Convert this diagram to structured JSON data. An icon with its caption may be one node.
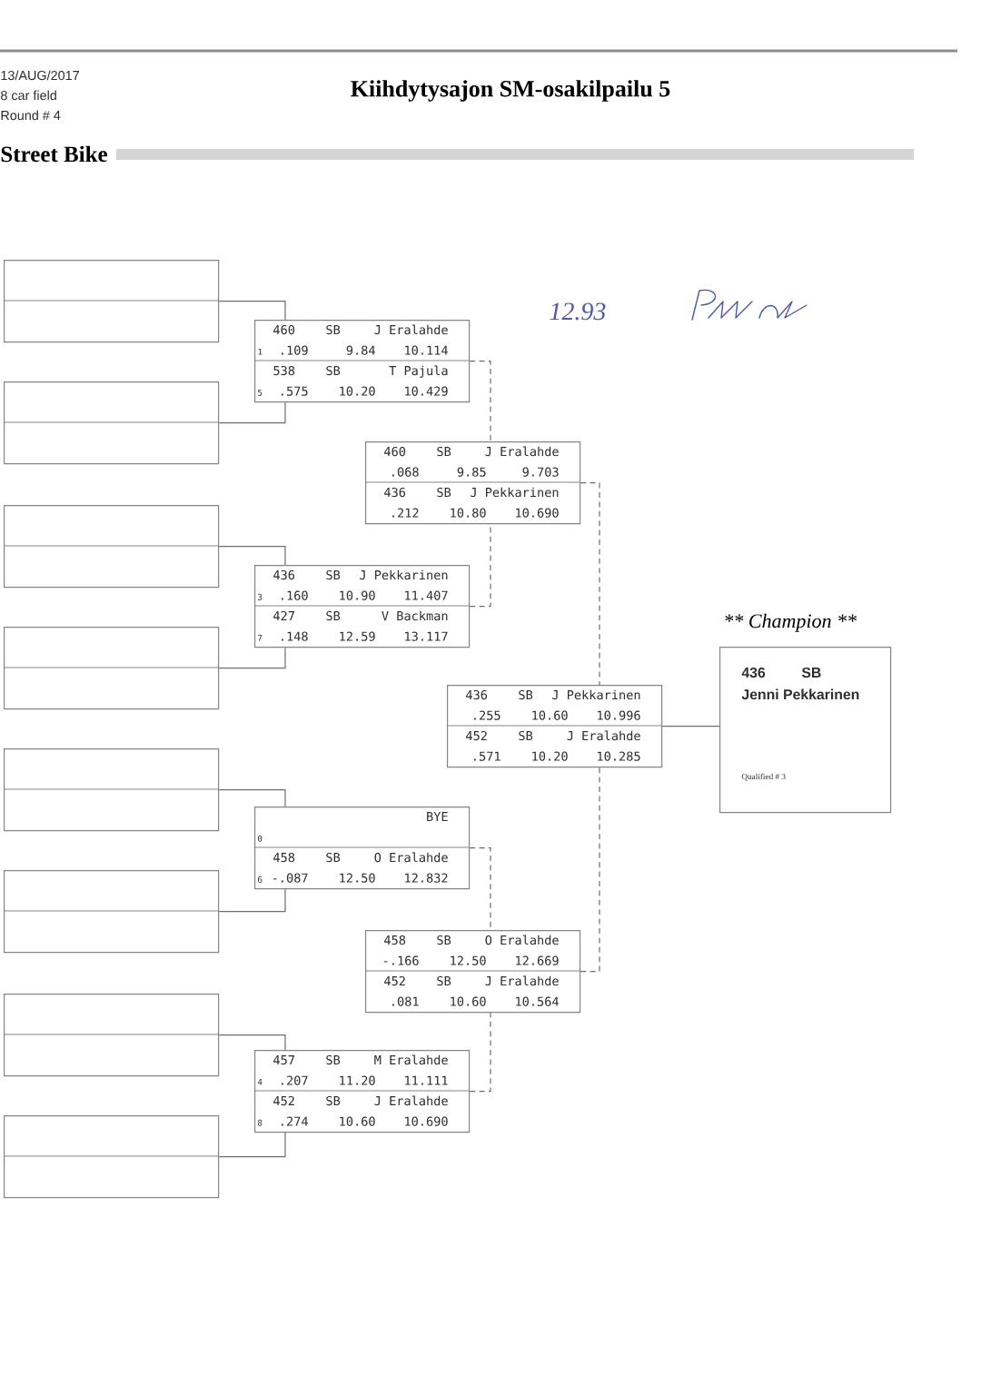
{
  "diagram": {
    "title": "Kiihdytysajon SM-osakilpailu 5",
    "nodes": [
      {
        "text": [],
        "shape": "box"
      },
      {
        "text": [],
        "shape": "box"
      },
      {
        "text": [],
        "shape": "box"
      },
      {
        "text": [],
        "shape": "box"
      },
      {
        "text": [],
        "shape": "box"
      },
      {
        "text": [],
        "shape": "box"
      },
      {
        "text": [],
        "shape": "box"
      },
      {
        "text": [],
        "shape": "box"
      },
      {
        "text": [
          "460",
          "SB",
          "J Eralahde",
          "1",
          ".109",
          "9.84",
          "10.114",
          "538",
          "SB",
          "T Pajula",
          "5",
          ".575",
          "10.20",
          "10.429"
        ]
      },
      {
        "text": [
          "436",
          "SB",
          "J Pekkarinen",
          "3",
          ".160",
          "10.90",
          "11.407",
          "427",
          "SB",
          "V Backman",
          "7",
          ".148",
          "12.59",
          "13.117"
        ]
      },
      {
        "text": [
          "BYE",
          "0",
          "458",
          "SB",
          "O Eralahde",
          "6",
          "-.087",
          "12.50",
          "12.832"
        ]
      },
      {
        "text": [
          "457",
          "SB",
          "M Eralahde",
          "4",
          ".207",
          "11.20",
          "11.111",
          "452",
          "SB",
          "J Eralahde",
          "8",
          ".274",
          "10.60",
          "10.690"
        ]
      },
      {
        "text": [
          "460",
          "SB",
          "J Eralahde",
          ".068",
          "9.85",
          "9.703",
          "436",
          "SB",
          "J Pekkarinen",
          ".212",
          "10.80",
          "10.690"
        ]
      },
      {
        "text": [
          "458",
          "SB",
          "O Eralahde",
          "-.166",
          "12.50",
          "12.669",
          "452",
          "SB",
          "J Eralahde",
          ".081",
          "10.60",
          "10.564"
        ]
      },
      {
        "text": [
          "436",
          "SB",
          "J Pekkarinen",
          ".255",
          "10.60",
          "10.996",
          "452",
          "SB",
          "J Eralahde",
          ".571",
          "10.20",
          "10.285"
        ]
      },
      {
        "text": [
          "** Champion **",
          "436",
          "SB",
          "Jenni Pekkarinen",
          "Qualified # 3"
        ]
      }
    ],
    "edges": [
      {
        "from": 0,
        "to": 8,
        "arrow": "none"
      },
      {
        "from": 1,
        "to": 8,
        "arrow": "none"
      },
      {
        "from": 2,
        "to": 9,
        "arrow": "none"
      },
      {
        "from": 3,
        "to": 9,
        "arrow": "none"
      },
      {
        "from": 4,
        "to": 10,
        "arrow": "none"
      },
      {
        "from": 5,
        "to": 10,
        "arrow": "none"
      },
      {
        "from": 6,
        "to": 11,
        "arrow": "none"
      },
      {
        "from": 7,
        "to": 11,
        "arrow": "none"
      },
      {
        "from": 8,
        "to": 12,
        "arrow": "none",
        "style": "dashed"
      },
      {
        "from": 9,
        "to": 12,
        "arrow": "none",
        "style": "dashed"
      },
      {
        "from": 10,
        "to": 13,
        "arrow": "none",
        "style": "dashed"
      },
      {
        "from": 11,
        "to": 13,
        "arrow": "none",
        "style": "dashed"
      },
      {
        "from": 12,
        "to": 14,
        "arrow": "none",
        "style": "dashed"
      },
      {
        "from": 13,
        "to": 14,
        "arrow": "none",
        "style": "dashed"
      },
      {
        "from": 14,
        "to": 15,
        "arrow": "none"
      }
    ],
    "labels": [
      "13/AUG/2017",
      "8 car field",
      "Round # 4",
      "Street Bike",
      "12.93"
    ]
  }
}
